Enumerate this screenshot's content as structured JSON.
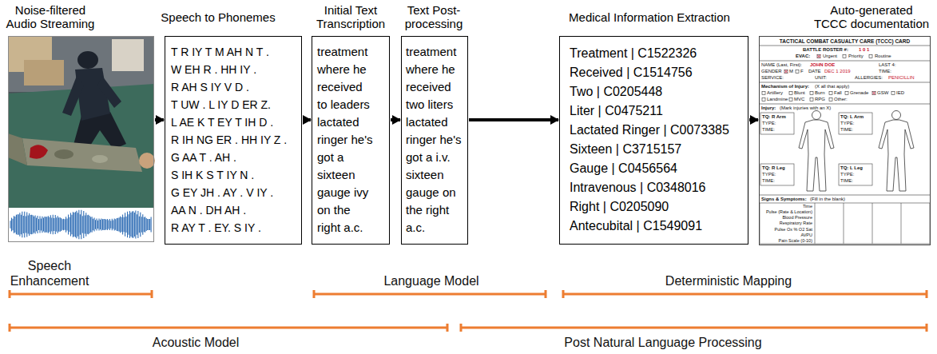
{
  "diagram": {
    "nodes": [
      {
        "text": [
          "Noise-filtered Audio Streaming"
        ]
      },
      {
        "text": [
          "Speech to Phonemes",
          "T R IY T M AH N T .",
          "W EH R . HH IY .",
          "R AH S IY V D .",
          "T UW . L IY D ER Z.",
          "L AE K T EY T IH D .",
          "R IH NG ER . HH IY Z .",
          "G AA T . AH .",
          "S IH K S T IY N .",
          "G EY JH . AY . V IY .",
          "AA N . DH AH .",
          "R AY T . EY. S IY ."
        ]
      },
      {
        "text": [
          "Initial Text Transcription",
          "treatment where he received to leaders lactated ringer he's got a sixteen gauge ivy on the right a.c."
        ]
      },
      {
        "text": [
          "Text Post-processing",
          "treatment where he received two liters lactated ringer he's got a i.v. sixteen gauge on the right a.c."
        ]
      },
      {
        "text": [
          "Medical Information Extraction",
          "Treatment | C1522326",
          "Received | C1514756",
          "Two | C0205448",
          "Liter | C0475211",
          "Lactated Ringer | C0073385",
          "Sixteen | C3715157",
          "Gauge | C0456564",
          "Intravenous | C0348016",
          "Right | C0205090",
          "Antecubital | C1549091"
        ]
      },
      {
        "text": [
          "Auto-generated TCCC documentation"
        ]
      }
    ],
    "edges": [
      {
        "from": 0,
        "to": 1,
        "arrow": "to"
      },
      {
        "from": 1,
        "to": 2,
        "arrow": "to"
      },
      {
        "from": 2,
        "to": 3,
        "arrow": "to"
      },
      {
        "from": 3,
        "to": 4,
        "arrow": "to"
      },
      {
        "from": 4,
        "to": 5,
        "arrow": "to"
      }
    ],
    "labels": [
      "Speech Enhancement",
      "Language Model",
      "Deterministic Mapping",
      "Acoustic Model",
      "Post Natural Language Processing",
      "TACTICAL COMBAT CASUALTY CARE (TCCC) CARD",
      "BATTLE ROSTER #:",
      "1 0 1",
      "EVAC:",
      "Urgent",
      "Priority",
      "Routine",
      "NAME (Last, First):",
      "JOHN DOE",
      "LAST 4:",
      "GENDER",
      "M",
      "F",
      "DATE",
      "DEC 1 2019",
      "TIME:",
      "SERVICE:",
      "UNIT:",
      "ALLERGIES:",
      "PENICILLIN",
      "Mechanism of Injury:",
      "(X all that apply)",
      "Artillery",
      "Blunt",
      "Burn",
      "Fall",
      "Grenade",
      "GSW",
      "IED",
      "Landmine",
      "MVC",
      "RPG",
      "Other:",
      "Injury:",
      "(Mark injuries with an X)",
      "TQ: R Arm",
      "TYPE:",
      "TIME:",
      "TQ: L Arm",
      "TYPE:",
      "TIME:",
      "TQ: R Leg",
      "TYPE:",
      "TIME:",
      "TQ: L Leg",
      "TYPE:",
      "TIME:",
      "Signs & Symptoms:",
      "(Fill in the blank)",
      "Time",
      "Pulse (Rate & Location)",
      "Blood Pressure",
      "Respiratory Rate",
      "Pulse Ox % O2 Sat",
      "AVPU",
      "Pain Scale (0-10)"
    ]
  }
}
